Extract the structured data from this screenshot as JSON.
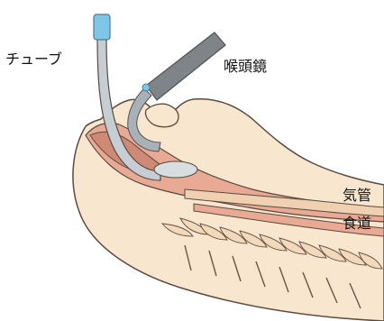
{
  "labels": {
    "tube": "チューブ",
    "laryngoscope": "喉頭鏡",
    "trachea": "気管",
    "esophagus": "食道"
  },
  "colors": {
    "skin": "#f8e6cf",
    "outline": "#5a4a40",
    "tissue": "#e8aa94",
    "tissue_dark": "#cf8a76",
    "tube": "#c6ced4",
    "tube_connector": "#7ec5e6",
    "laryngoscope": "#7f8489",
    "vertebra": "#f3d9bb"
  }
}
